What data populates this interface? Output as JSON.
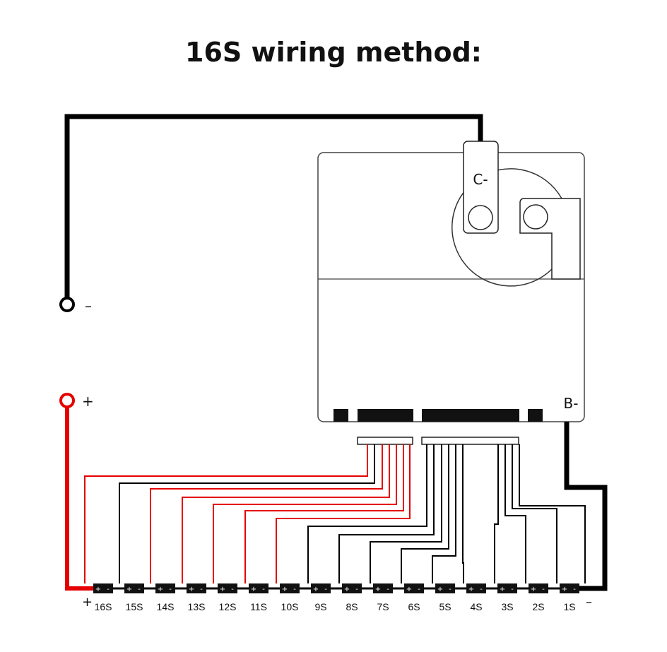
{
  "title": "16S wiring method:",
  "colors": {
    "black": "#000000",
    "red": "#e50000",
    "board_outline": "#444444"
  },
  "bms": {
    "c_minus_label": "C-",
    "b_minus_label": "B-"
  },
  "terminals": {
    "negative_sign": "–",
    "positive_sign": "+"
  },
  "battery_pack": {
    "positive_sign": "+",
    "negative_sign": "–"
  },
  "cells": [
    {
      "label": "16S",
      "pos": "+",
      "neg": "-"
    },
    {
      "label": "15S",
      "pos": "+",
      "neg": "-"
    },
    {
      "label": "14S",
      "pos": "+",
      "neg": "-"
    },
    {
      "label": "13S",
      "pos": "+",
      "neg": "-"
    },
    {
      "label": "12S",
      "pos": "+",
      "neg": "-"
    },
    {
      "label": "11S",
      "pos": "+",
      "neg": "-"
    },
    {
      "label": "10S",
      "pos": "+",
      "neg": "-"
    },
    {
      "label": "9S",
      "pos": "+",
      "neg": "-"
    },
    {
      "label": "8S",
      "pos": "+",
      "neg": "-"
    },
    {
      "label": "7S",
      "pos": "+",
      "neg": "-"
    },
    {
      "label": "6S",
      "pos": "+",
      "neg": "-"
    },
    {
      "label": "5S",
      "pos": "+",
      "neg": "-"
    },
    {
      "label": "4S",
      "pos": "+",
      "neg": "-"
    },
    {
      "label": "3S",
      "pos": "+",
      "neg": "-"
    },
    {
      "label": "2S",
      "pos": "+",
      "neg": "-"
    },
    {
      "label": "1S",
      "pos": "+",
      "neg": "-"
    }
  ]
}
